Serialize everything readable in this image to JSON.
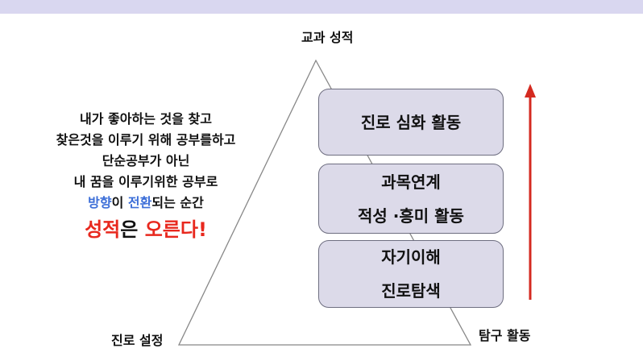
{
  "labels": {
    "top": "교과 성적",
    "left": "진로 설정",
    "right": "탐구 활동"
  },
  "boxes": [
    {
      "lines": [
        "진로 심화 활동"
      ]
    },
    {
      "lines": [
        "과목연계",
        "적성 ·흥미 활동"
      ]
    },
    {
      "lines": [
        "자기이해",
        "진로탐색"
      ]
    }
  ],
  "side_text": {
    "line1": "내가 좋아하는 것을 찾고",
    "line2": "찾은것을 이루기 위해 공부를하고",
    "line3": "단순공부가 아닌",
    "line4": "내 꿈을 이루기위한 공부로",
    "line5": {
      "word1": "방향",
      "mid": "이 ",
      "word2": "전환",
      "rest": "되는 순간"
    },
    "line6": {
      "word1": "성적",
      "mid": "은 ",
      "word2": "오른다!"
    }
  },
  "colors": {
    "accent_blue": "#3d6fd8",
    "accent_red": "#e8281e",
    "box_fill": "#dcdae9",
    "arrow": "#d42a20",
    "top_bar": "#d9d7f0"
  }
}
